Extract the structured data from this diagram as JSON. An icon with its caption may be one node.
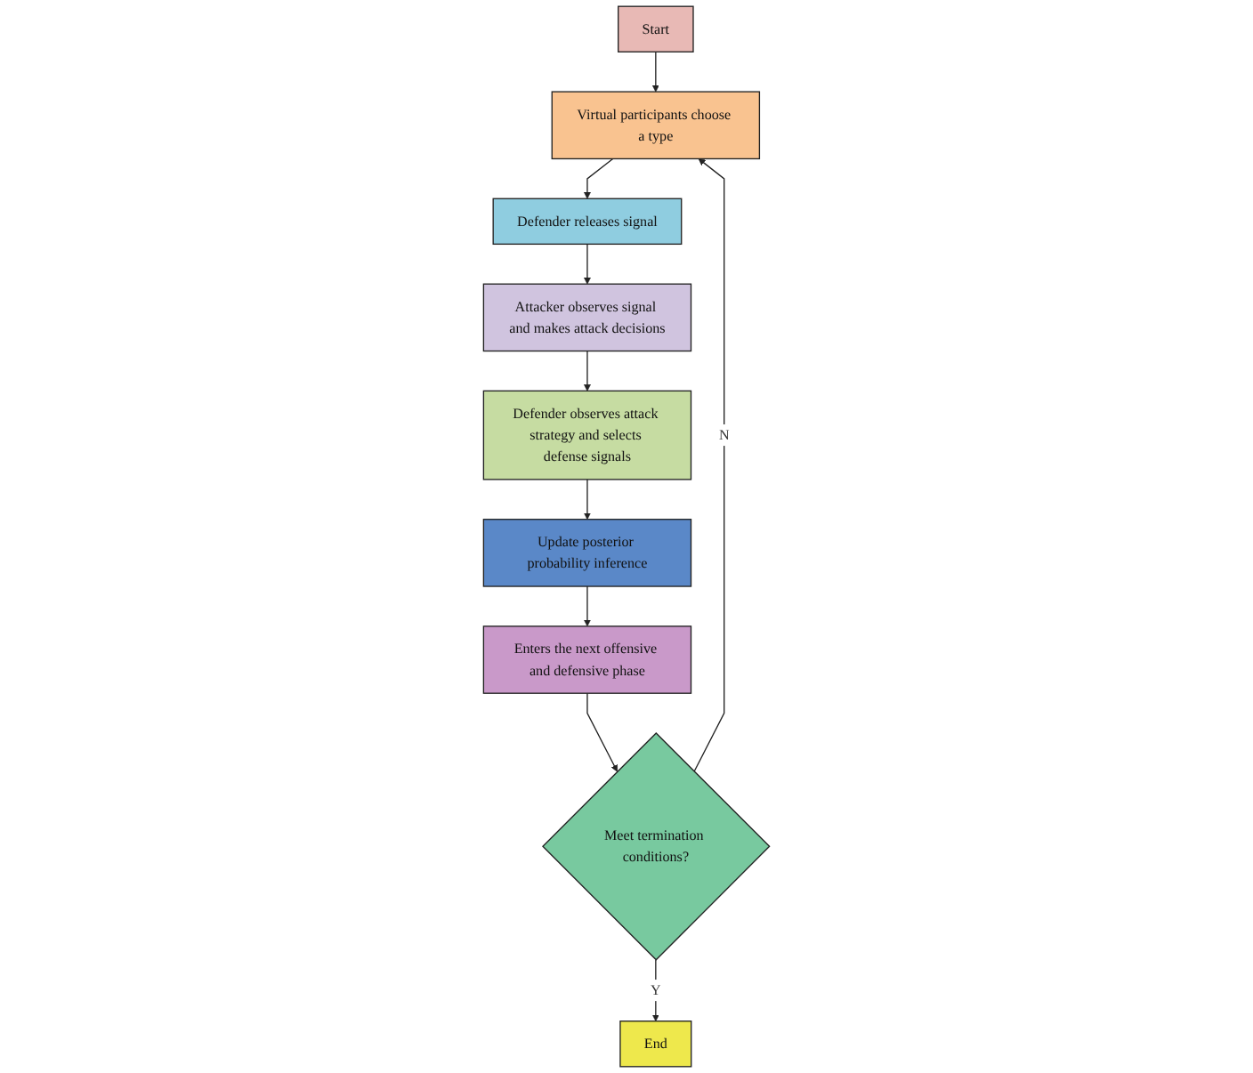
{
  "diagram": {
    "nodes": [
      {
        "text": [
          "Start"
        ]
      },
      {
        "text": [
          "Virtual participants choose a type"
        ]
      },
      {
        "text": [
          "Defender releases signal"
        ]
      },
      {
        "text": [
          "Attacker observes signal and makes attack decisions"
        ]
      },
      {
        "text": [
          "Defender observes attack strategy and selects defense signals"
        ]
      },
      {
        "text": [
          "Update posterior probability inference"
        ]
      },
      {
        "text": [
          "Enters the next offensive and defensive phase"
        ]
      },
      {
        "text": [
          "Meet termination conditions?"
        ]
      },
      {
        "text": [
          "End"
        ]
      }
    ],
    "edges": [
      {
        "from": 0,
        "to": 1,
        "arrow": "to"
      },
      {
        "from": 1,
        "to": 2,
        "arrow": "to"
      },
      {
        "from": 2,
        "to": 3,
        "arrow": "to"
      },
      {
        "from": 3,
        "to": 4,
        "arrow": "to"
      },
      {
        "from": 4,
        "to": 5,
        "arrow": "to"
      },
      {
        "from": 5,
        "to": 6,
        "arrow": "to"
      },
      {
        "from": 6,
        "to": 7,
        "arrow": "to"
      },
      {
        "from": 7,
        "to": 8,
        "arrow": "to",
        "label": "Y"
      },
      {
        "from": 7,
        "to": 1,
        "arrow": "to",
        "label": "N"
      }
    ]
  }
}
